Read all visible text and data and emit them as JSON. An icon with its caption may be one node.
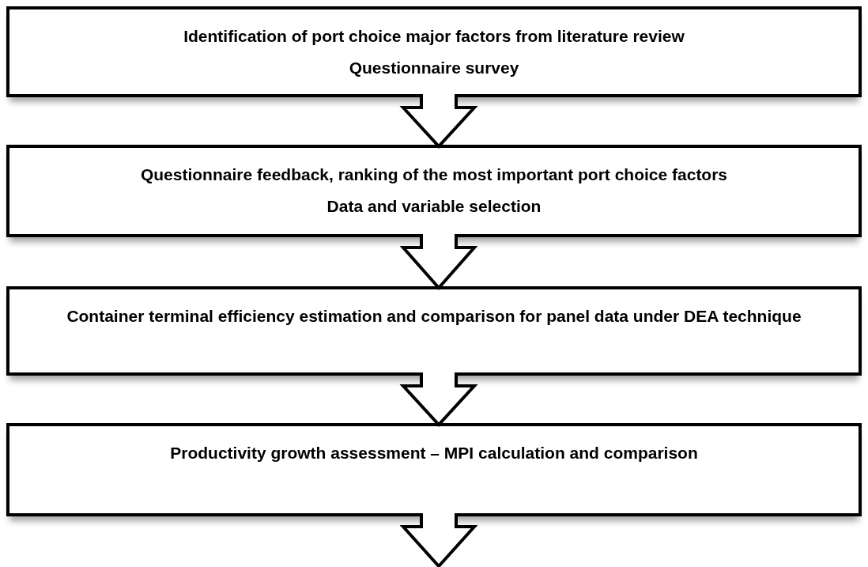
{
  "diagram": {
    "nodes": [
      {
        "text": [
          "Identification of port choice major factors from literature review",
          "Questionnaire survey"
        ]
      },
      {
        "text": [
          "Questionnaire feedback, ranking of the most important port choice factors",
          "Data and variable selection"
        ]
      },
      {
        "text": [
          "Container terminal efficiency estimation and comparison for panel data under DEA technique"
        ]
      },
      {
        "text": [
          "Productivity growth assessment – MPI calculation and comparison"
        ]
      }
    ],
    "edges": [
      {
        "from": 0,
        "to": 1,
        "arrow": "to"
      },
      {
        "from": 1,
        "to": 2,
        "arrow": "to"
      },
      {
        "from": 2,
        "to": 3,
        "arrow": "to"
      },
      {
        "from": 3,
        "to": null,
        "arrow": "to"
      }
    ]
  }
}
